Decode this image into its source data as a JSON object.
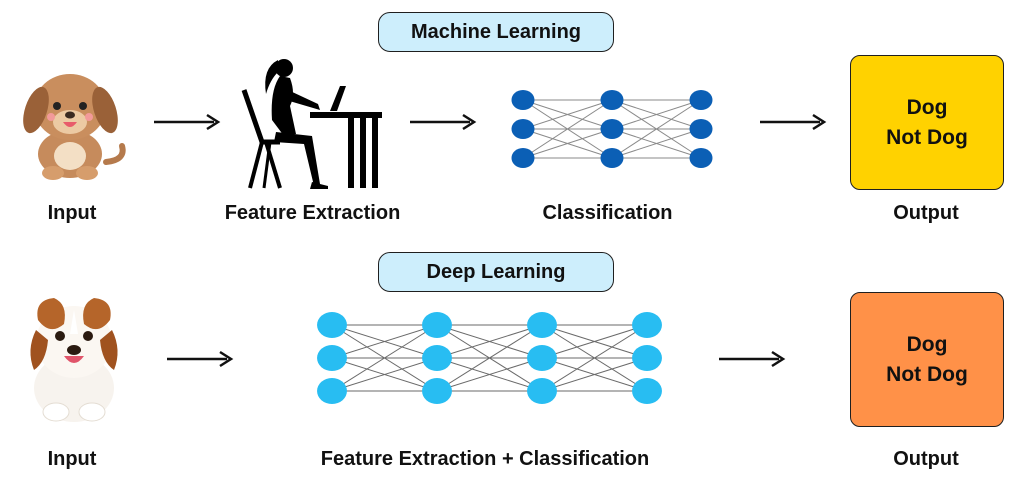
{
  "machine_learning": {
    "title": "Machine Learning",
    "input_label": "Input",
    "feature_label": "Feature Extraction",
    "classification_label": "Classification",
    "output_label": "Output",
    "output_lines": [
      "Dog",
      "Not Dog"
    ],
    "output_color": "#ffd200",
    "node_color": "#0b5fb5"
  },
  "deep_learning": {
    "title": "Deep Learning",
    "input_label": "Input",
    "combined_label": "Feature Extraction + Classification",
    "output_label": "Output",
    "output_lines": [
      "Dog",
      "Not Dog"
    ],
    "output_color": "#ff9148",
    "node_color": "#28bdf2"
  },
  "icons": [
    "cartoon-puppy-icon",
    "woman-at-laptop-silhouette-icon",
    "neural-network-icon",
    "arrow-right-icon",
    "realistic-puppy-icon"
  ]
}
